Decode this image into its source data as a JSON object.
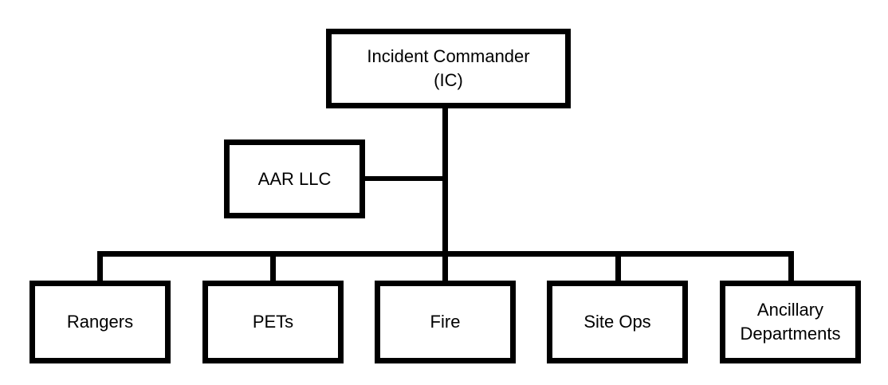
{
  "diagram": {
    "type": "org-chart",
    "root": {
      "id": "ic",
      "label": "Incident Commander\n(IC)"
    },
    "staff": {
      "id": "aar",
      "label": "AAR LLC",
      "reports_to": "ic"
    },
    "children": [
      {
        "id": "rangers",
        "label": "Rangers",
        "reports_to": "ic"
      },
      {
        "id": "pets",
        "label": "PETs",
        "reports_to": "ic"
      },
      {
        "id": "fire",
        "label": "Fire",
        "reports_to": "ic"
      },
      {
        "id": "site-ops",
        "label": "Site Ops",
        "reports_to": "ic"
      },
      {
        "id": "ancillary",
        "label": "Ancillary\nDepartments",
        "reports_to": "ic"
      }
    ],
    "colors": {
      "stroke": "#000000",
      "fill": "#ffffff",
      "text": "#000000"
    }
  }
}
